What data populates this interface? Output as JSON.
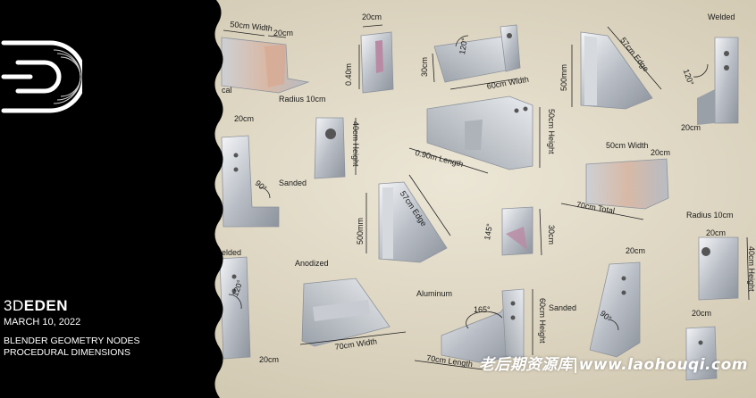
{
  "sidebar": {
    "bg_color": "#000000",
    "logo": "3d-eden-logo-icon",
    "brand_prefix": "3D",
    "brand_suffix": "EDEN",
    "date": "MARCH 10, 2022",
    "line1": "BLENDER GEOMETRY NODES",
    "line2": "PROCEDURAL DIMENSIONS"
  },
  "annotations": {
    "a1": "50cm Width",
    "a2": "20cm",
    "a3": "cal",
    "a4": "20cm",
    "a5": "0.40m",
    "a6": "120°",
    "a7": "30cm",
    "a8": "60cm Width",
    "a9": "57cm Edge",
    "a10": "500mm",
    "a11": "Welded",
    "a12": "120°",
    "a13": "20cm",
    "a14": "Radius 10cm",
    "a15": "20cm",
    "a16": "40cm Height",
    "a17": "50cm Height",
    "a18": "0.90m Length",
    "a19": "90°",
    "a20": "Sanded",
    "a21": "50cm Width",
    "a22": "20cm",
    "a23": "70cm Total",
    "a24": "57cm Edge",
    "a25": "500mm",
    "a26": "145°",
    "a27": "30cm",
    "a28": "Radius 10cm",
    "a29": "40cm Height",
    "a30": "20cm",
    "a31": "elded",
    "a32": "120°",
    "a33": "Anodized",
    "a34": "70cm Width",
    "a35": "20cm",
    "a36": "Aluminum",
    "a37": "165°",
    "a38": "60cm Height",
    "a39": "70cm Length",
    "a40": "Sanded",
    "a41": "90°",
    "a42": "20cm",
    "a43": "20cm"
  },
  "watermark": "老后期资源库|www.laohouqi.com"
}
